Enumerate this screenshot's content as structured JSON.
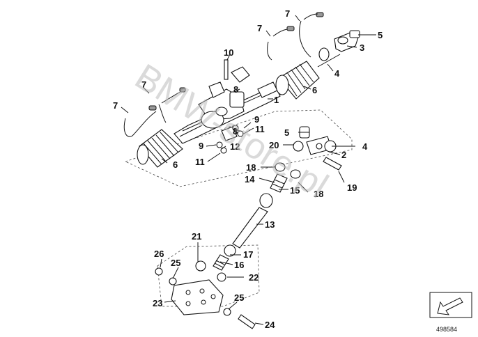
{
  "watermark": "BMW-store.pl",
  "reference_number": "498584",
  "callouts": [
    "1",
    "2",
    "3",
    "4",
    "4",
    "5",
    "5",
    "6",
    "6",
    "7",
    "7",
    "7",
    "7",
    "8",
    "8",
    "9",
    "9",
    "10",
    "11",
    "11",
    "12",
    "13",
    "14",
    "15",
    "16",
    "17",
    "18",
    "18",
    "19",
    "20",
    "21",
    "22",
    "23",
    "24",
    "25",
    "25",
    "26"
  ]
}
